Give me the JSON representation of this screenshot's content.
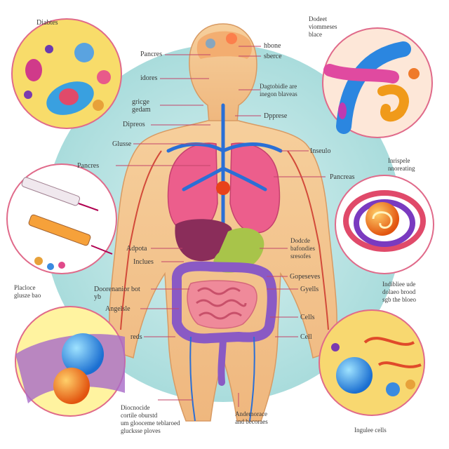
{
  "labels": {
    "diabetes": "Diabtes",
    "top_right": "Dodeet\nviommeses\nblace",
    "pancrees_top": "Pancres",
    "hbone": "hbone",
    "sberce": "sberce",
    "idores": "idores",
    "dagtobidle": "Dagtobidle are\ninegon blaveas",
    "gricge": "gricge\ngedam",
    "dpprese": "Dpprese",
    "dipreos": "Dipreos",
    "glusse": "Glusse",
    "inseulo": "Inseulo",
    "pancres_left": "Pancres",
    "pancreas_right": "Pancreas",
    "inrispele": "Inrispele\nnnoreating",
    "adpota": "Adpota",
    "dodcde": "Dodcde\nbafondies\nsresofes",
    "incluos": "Inclues",
    "gopeseves": "Gopeseves",
    "placloce": "Placloce\nglusze bao",
    "indibliee": "Indibliee ude\ndolaeo brood\nsgb the bloeo",
    "dooreranior": "Doorenanior bot\nyb",
    "gyelis": "Gyells",
    "angelsle": "Angelsle",
    "cells_mid": "Cells",
    "reds": "reds",
    "cell": "Cell",
    "diocnodide": "Diocnocide\ncortile oburstd\num glooceme teblaroed\nglucksse ploves",
    "andemorace": "Andemorace\nand becoraes",
    "inguee_cells": "Ingulee cells"
  }
}
